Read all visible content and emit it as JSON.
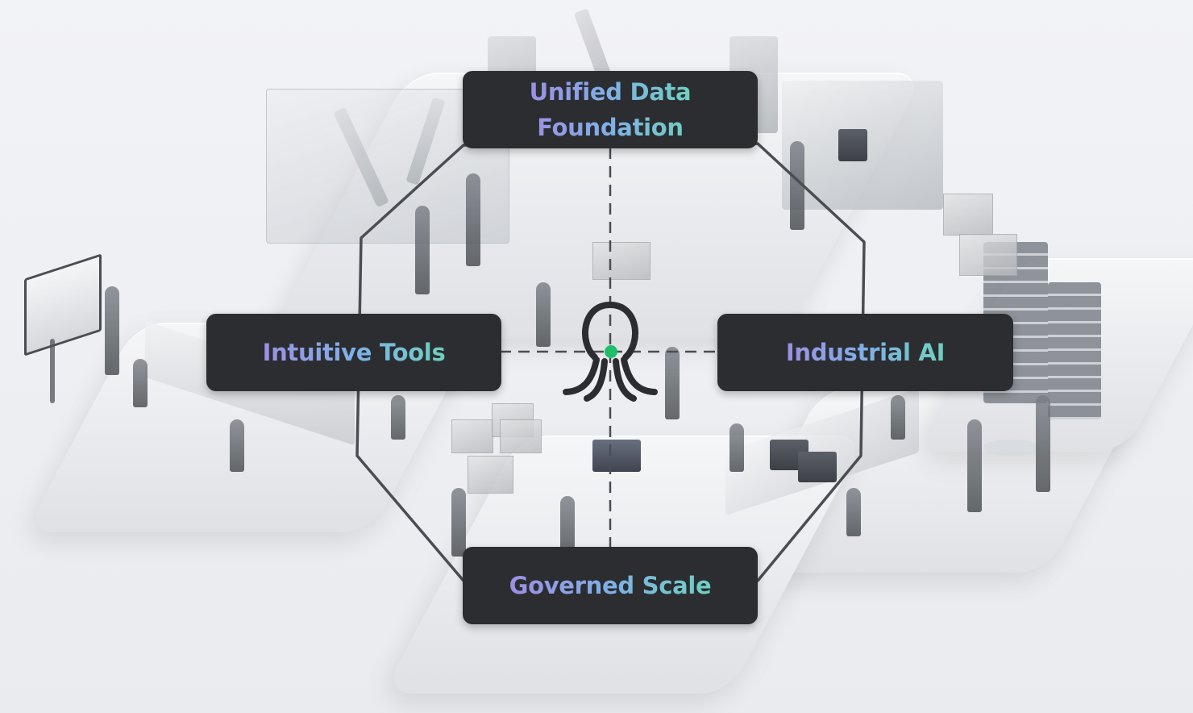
{
  "diagram": {
    "nodes": {
      "top": {
        "label": "Unified Data\nFoundation"
      },
      "left": {
        "label": "Intuitive Tools"
      },
      "right": {
        "label": "Industrial AI"
      },
      "bottom": {
        "label": "Governed Scale"
      }
    },
    "colors": {
      "node_background": "#2b2d31",
      "label_gradient_start": "#9d8fe4",
      "label_gradient_end": "#6fd0c0",
      "hub_dot": "#1fbf6a",
      "outline": "#4a4d52",
      "logo": "#2b2d31"
    },
    "icons": {
      "hub": "octopus-logo-icon"
    }
  }
}
